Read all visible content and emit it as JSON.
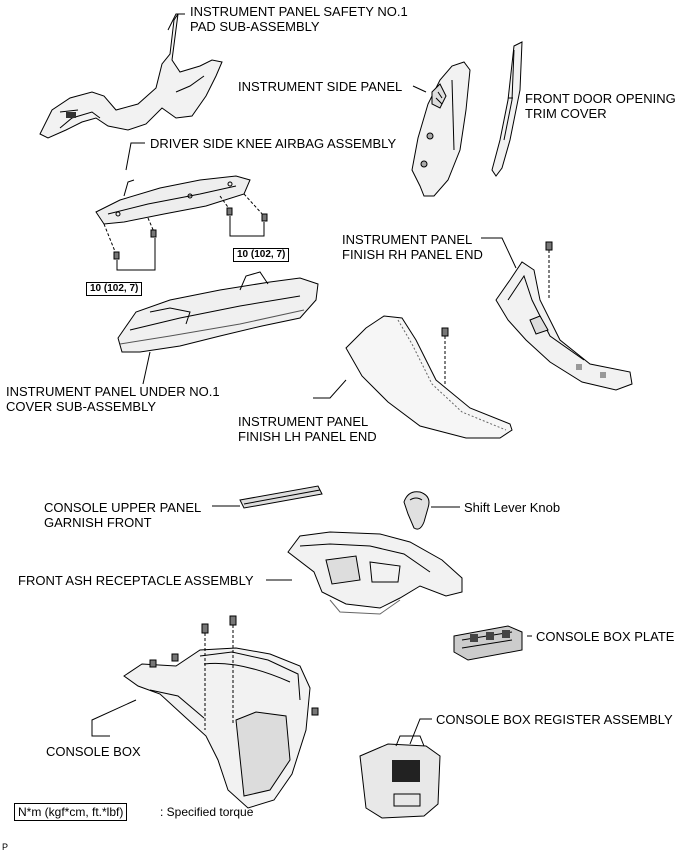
{
  "labels": {
    "safety_pad": [
      "INSTRUMENT PANEL SAFETY NO.1",
      "PAD SUB-ASSEMBLY"
    ],
    "side_panel": [
      "INSTRUMENT SIDE PANEL"
    ],
    "door_trim": [
      "FRONT DOOR OPENING",
      "TRIM COVER"
    ],
    "knee_airbag": [
      "DRIVER SIDE KNEE AIRBAG ASSEMBLY"
    ],
    "rh_end": [
      "INSTRUMENT PANEL",
      "FINISH RH PANEL END"
    ],
    "under_cover": [
      "INSTRUMENT PANEL UNDER NO.1",
      "COVER SUB-ASSEMBLY"
    ],
    "lh_end": [
      "INSTRUMENT PANEL",
      "FINISH LH PANEL END"
    ],
    "garnish": [
      "CONSOLE UPPER PANEL",
      "GARNISH FRONT"
    ],
    "shift_knob": [
      "Shift Lever Knob"
    ],
    "ash_receptacle": [
      "FRONT ASH RECEPTACLE ASSEMBLY"
    ],
    "box_plate": [
      "CONSOLE BOX PLATE"
    ],
    "console_box": [
      "CONSOLE BOX"
    ],
    "register": [
      "CONSOLE BOX REGISTER ASSEMBLY"
    ]
  },
  "torques": {
    "right": "10 (102, 7)",
    "left": "10 (102, 7)"
  },
  "legend": {
    "box": "N*m (kgf*cm, ft.*lbf)",
    "text": ": Specified torque"
  },
  "footer_code": "P"
}
